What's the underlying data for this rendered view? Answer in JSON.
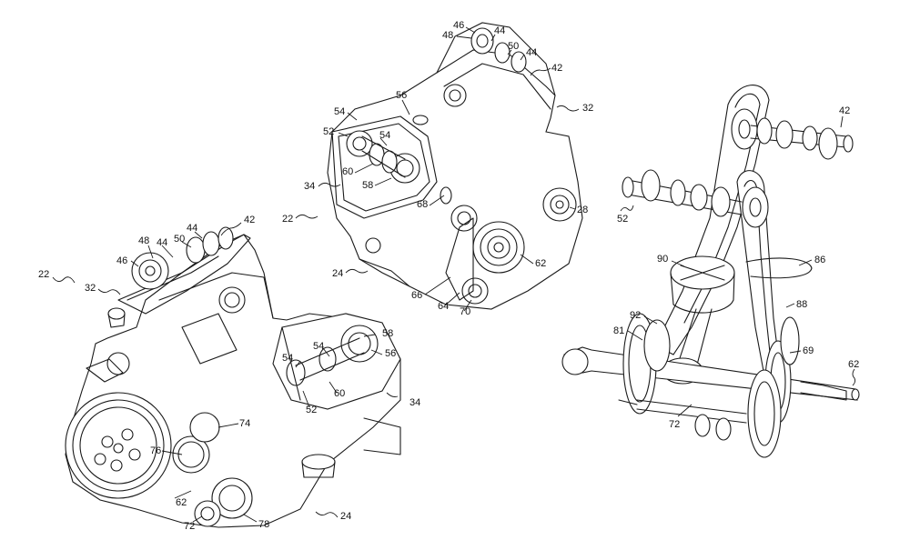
{
  "figure": {
    "left_callouts": [
      "22",
      "32",
      "48",
      "44",
      "50",
      "44",
      "42",
      "46",
      "58",
      "54",
      "56",
      "54",
      "60",
      "52",
      "34",
      "74",
      "76",
      "62",
      "72",
      "78",
      "24"
    ],
    "middle_callouts": [
      "46",
      "44",
      "48",
      "50",
      "44",
      "42",
      "32",
      "56",
      "54",
      "52",
      "54",
      "60",
      "58",
      "34",
      "22",
      "68",
      "28",
      "24",
      "62",
      "66",
      "64",
      "70"
    ],
    "right_callouts": [
      "42",
      "52",
      "86",
      "90",
      "88",
      "92",
      "81",
      "69",
      "62",
      "72"
    ]
  }
}
